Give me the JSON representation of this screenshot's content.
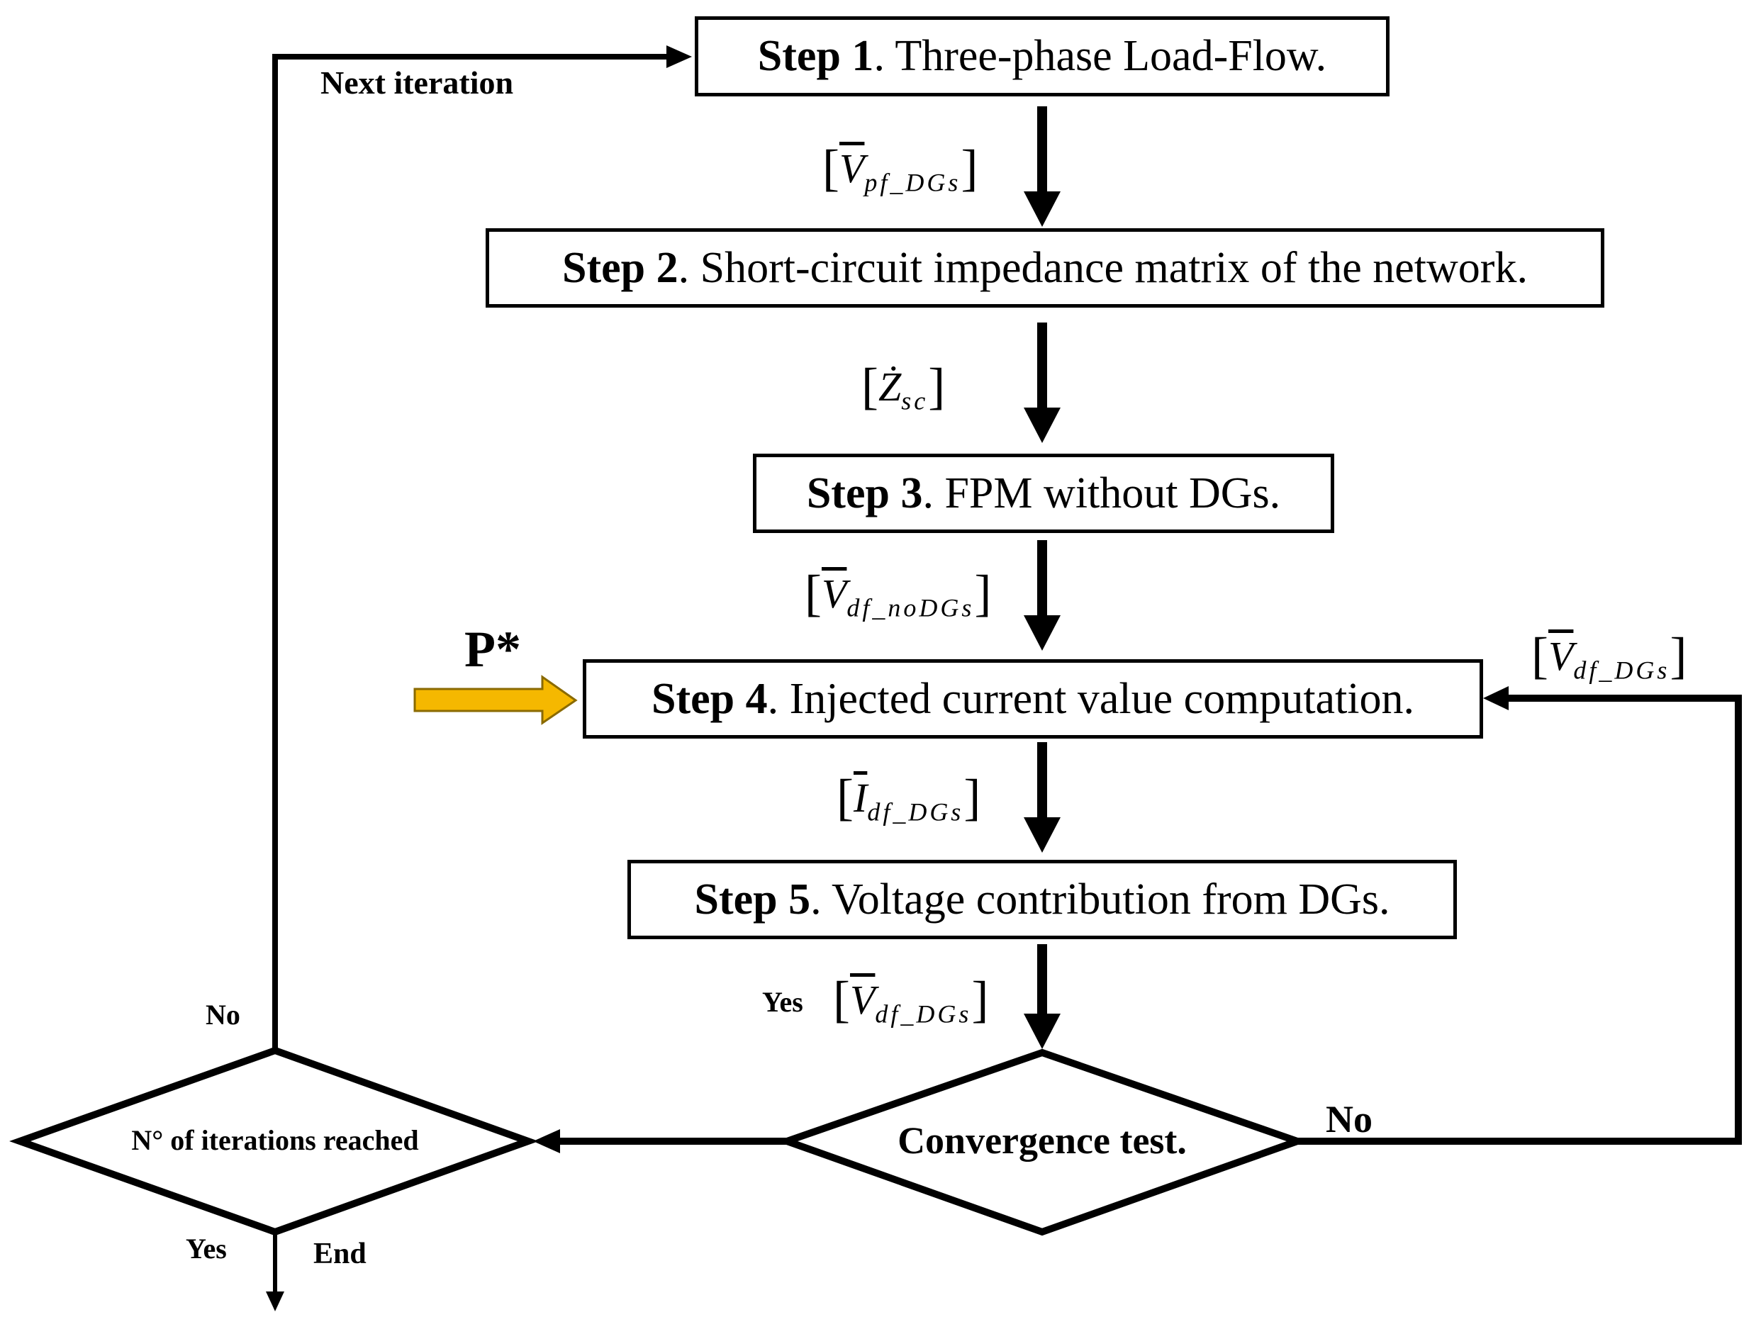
{
  "steps": [
    {
      "num_label": "Step 1",
      "text": ". Three-phase Load-Flow."
    },
    {
      "num_label": "Step 2",
      "text": ". Short-circuit impedance matrix of the network."
    },
    {
      "num_label": "Step 3",
      "text": ". FPM without DGs."
    },
    {
      "num_label": "Step 4",
      "text": ". Injected current value computation."
    },
    {
      "num_label": "Step 5",
      "text": ". Voltage contribution from DGs."
    }
  ],
  "decisions": {
    "convergence": "Convergence test.",
    "iterations": "N° of iterations reached"
  },
  "edge_labels": {
    "next_iteration": "Next iteration",
    "no_left": "No",
    "yes_convergence": "Yes",
    "no_convergence": "No",
    "yes_bottom": "Yes",
    "end": "End",
    "input": "P*"
  },
  "math_labels": {
    "v_pf": {
      "sym": "V",
      "sub": "pf_DGs"
    },
    "z_sc": {
      "sym": "Ż",
      "sub": "sc"
    },
    "v_df_no": {
      "sym": "V",
      "sub": "df_noDGs"
    },
    "v_df_loop": {
      "sym": "V",
      "sub": "df_DGs"
    },
    "i_df": {
      "sym": "I",
      "sub": "df_DGs"
    },
    "v_df_out": {
      "sym": "V",
      "sub": "df_DGs"
    }
  },
  "colors": {
    "line": "#000000",
    "input_arrow_fill": "#f5b800",
    "input_arrow_stroke": "#8a6a00"
  }
}
